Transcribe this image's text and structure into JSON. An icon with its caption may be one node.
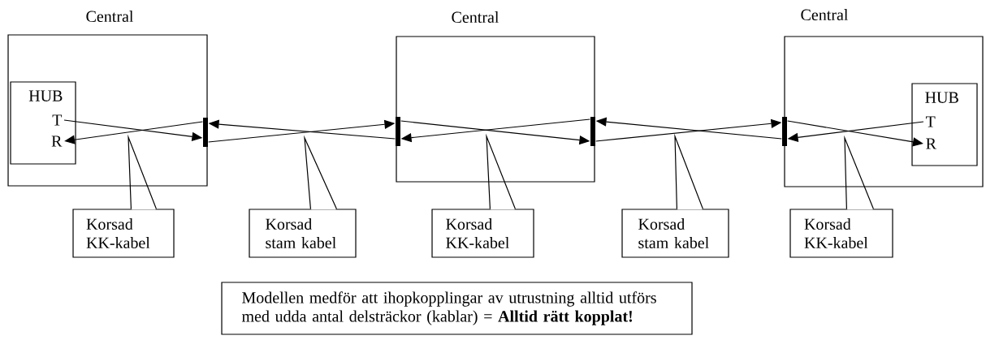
{
  "diagram": {
    "nodes": [
      {
        "text": [
          "Central"
        ]
      },
      {
        "text": [
          "HUB"
        ],
        "in": 0
      },
      {
        "text": [
          "T"
        ],
        "in": 1
      },
      {
        "text": [
          "R"
        ],
        "in": 1
      },
      {
        "text": [],
        "shape": "bar",
        "in": 0
      },
      {
        "text": [
          "Central"
        ]
      },
      {
        "text": [],
        "shape": "bar",
        "in": 5
      },
      {
        "text": [],
        "shape": "bar",
        "in": 5
      },
      {
        "text": [
          "Central"
        ]
      },
      {
        "text": [
          "HUB"
        ],
        "in": 8
      },
      {
        "text": [
          "T"
        ],
        "in": 9
      },
      {
        "text": [
          "R"
        ],
        "in": 9
      },
      {
        "text": [],
        "shape": "bar",
        "in": 8
      },
      {
        "text": [
          "Korsad KK-kabel"
        ]
      },
      {
        "text": [
          "Korsad stam kabel"
        ]
      },
      {
        "text": [
          "Korsad KK-kabel"
        ]
      },
      {
        "text": [
          "Korsad stam kabel"
        ]
      },
      {
        "text": [
          "Korsad KK-kabel"
        ]
      },
      {
        "text": [
          "Modellen medför att ihopkopplingar av utrustning alltid utförs med udda antal delsträckor (kablar) = **Alltid rätt kopplat!**"
        ]
      }
    ],
    "edges": [
      {
        "from": 2,
        "to": 4,
        "arrow": "to"
      },
      {
        "from": 4,
        "to": 3,
        "arrow": "to"
      },
      {
        "from": 4,
        "to": 6,
        "arrow": "to"
      },
      {
        "from": 6,
        "to": 4,
        "arrow": "to"
      },
      {
        "from": 6,
        "to": 7,
        "arrow": "to"
      },
      {
        "from": 7,
        "to": 6,
        "arrow": "to"
      },
      {
        "from": 7,
        "to": 12,
        "arrow": "to"
      },
      {
        "from": 12,
        "to": 7,
        "arrow": "to"
      },
      {
        "from": 12,
        "to": 11,
        "arrow": "to"
      },
      {
        "from": 10,
        "to": 12,
        "arrow": "to"
      },
      {
        "from": 13,
        "to": null,
        "arrow": "none"
      },
      {
        "from": 14,
        "to": null,
        "arrow": "none"
      },
      {
        "from": 15,
        "to": null,
        "arrow": "none"
      },
      {
        "from": 16,
        "to": null,
        "arrow": "none"
      },
      {
        "from": 17,
        "to": null,
        "arrow": "none"
      }
    ]
  }
}
